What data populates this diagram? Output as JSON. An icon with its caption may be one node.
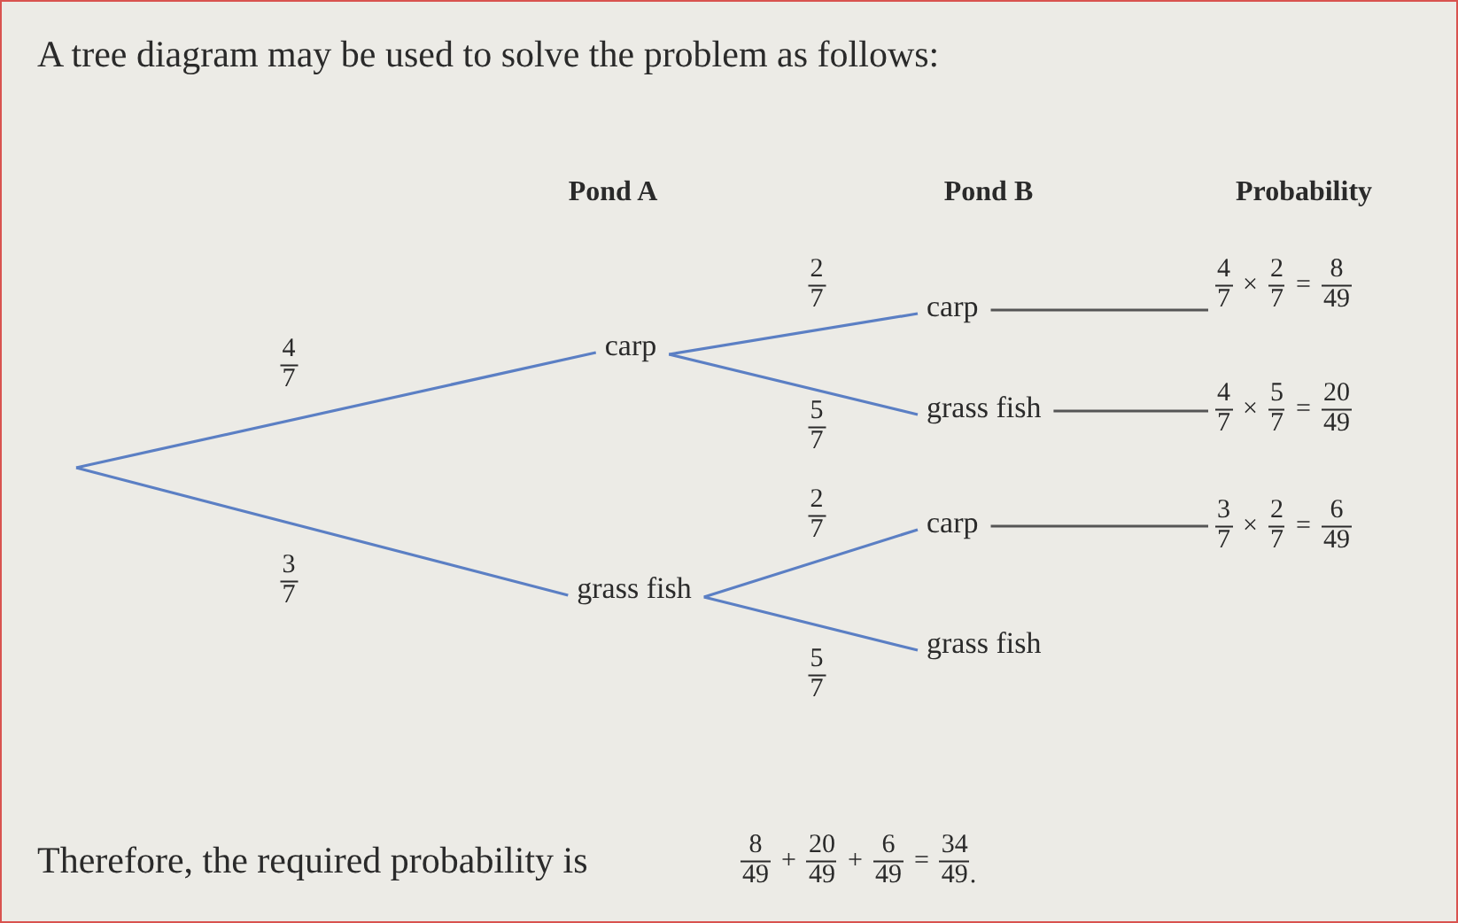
{
  "diagram": {
    "nodes": [
      {
        "text": [
          "carp"
        ]
      },
      {
        "text": [
          "grass fish"
        ]
      },
      {
        "text": [
          "carp"
        ]
      },
      {
        "text": [
          "grass fish"
        ]
      },
      {
        "text": [
          "carp"
        ]
      },
      {
        "text": [
          "grass fish"
        ]
      },
      {
        "text": [
          "4/7 × 2/7 = 8/49"
        ]
      },
      {
        "text": [
          "4/7 × 5/7 = 20/49"
        ]
      },
      {
        "text": [
          "3/7 × 2/7 = 6/49"
        ]
      }
    ],
    "edges": [
      {
        "from": null,
        "to": 0,
        "arrow": "none",
        "label": "4/7"
      },
      {
        "from": null,
        "to": 1,
        "arrow": "none",
        "label": "3/7"
      },
      {
        "from": 0,
        "to": 2,
        "arrow": "none",
        "label": "2/7"
      },
      {
        "from": 0,
        "to": 3,
        "arrow": "none",
        "label": "5/7"
      },
      {
        "from": 1,
        "to": 4,
        "arrow": "none",
        "label": "2/7"
      },
      {
        "from": 1,
        "to": 5,
        "arrow": "none",
        "label": "5/7"
      },
      {
        "from": 2,
        "to": 6,
        "arrow": "none",
        "color": "#555555"
      },
      {
        "from": 3,
        "to": 7,
        "arrow": "none",
        "color": "#555555"
      },
      {
        "from": 4,
        "to": 8,
        "arrow": "none",
        "color": "#555555"
      }
    ],
    "labels": [
      "A tree diagram may be used to solve the problem as follows:",
      "Pond A",
      "Pond B",
      "Probability",
      "Therefore, the required probability is",
      "8/49 + 20/49 + 6/49 = 34/49."
    ]
  }
}
